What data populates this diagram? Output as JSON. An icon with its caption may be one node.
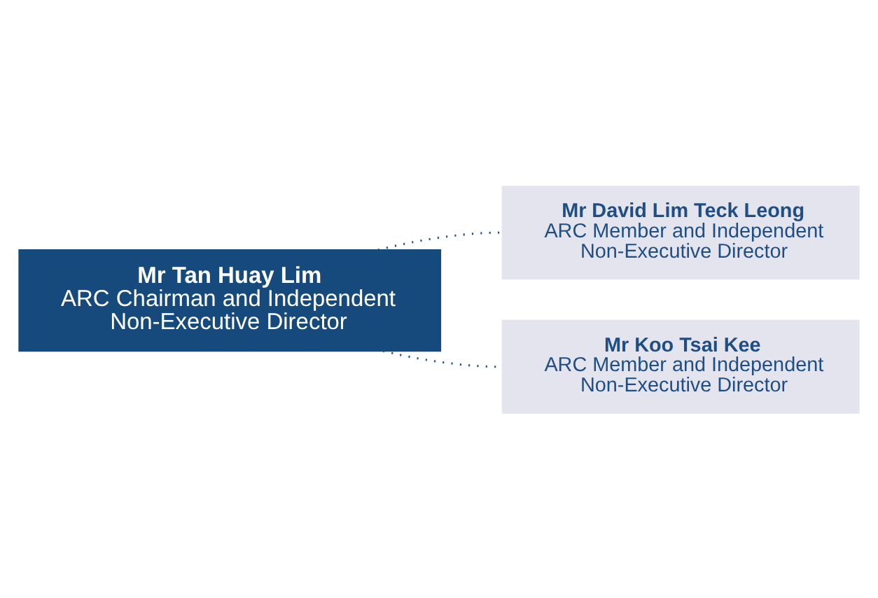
{
  "diagram": {
    "nodes": [
      {
        "text": [
          "Mr Tan Huay Lim",
          "ARC Chairman and Independent Non-Executive Director"
        ]
      },
      {
        "text": [
          "Mr David Lim Teck Leong",
          "ARC Member and Independent Non-Executive Director"
        ]
      },
      {
        "text": [
          "Mr Koo Tsai Kee",
          "ARC Member and Independent Non-Executive Director"
        ]
      }
    ],
    "edges": [
      {
        "from": 0,
        "to": 1,
        "arrow": "none",
        "style": "dashed"
      },
      {
        "from": 0,
        "to": 2,
        "arrow": "none",
        "style": "dashed"
      }
    ]
  }
}
